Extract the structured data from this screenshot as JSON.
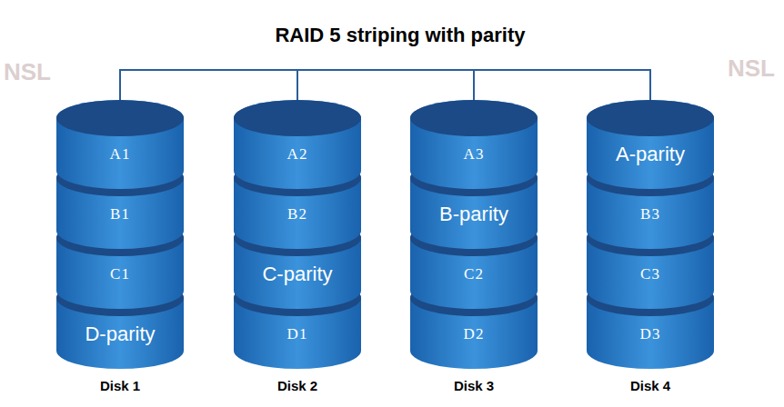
{
  "diagram": {
    "title": "RAID 5 striping with parity",
    "nodes": [
      {
        "text": [
          "Disk 1"
        ]
      },
      {
        "text": [
          "A1"
        ],
        "in": 0
      },
      {
        "text": [
          "B1"
        ],
        "in": 0
      },
      {
        "text": [
          "C1"
        ],
        "in": 0
      },
      {
        "text": [
          "D-parity"
        ],
        "in": 0
      },
      {
        "text": [
          "Disk 2"
        ]
      },
      {
        "text": [
          "A2"
        ],
        "in": 5
      },
      {
        "text": [
          "B2"
        ],
        "in": 5
      },
      {
        "text": [
          "C-parity"
        ],
        "in": 5
      },
      {
        "text": [
          "D1"
        ],
        "in": 5
      },
      {
        "text": [
          "Disk 3"
        ]
      },
      {
        "text": [
          "A3"
        ],
        "in": 10
      },
      {
        "text": [
          "B-parity"
        ],
        "in": 10
      },
      {
        "text": [
          "C2"
        ],
        "in": 10
      },
      {
        "text": [
          "D2"
        ],
        "in": 10
      },
      {
        "text": [
          "Disk 4"
        ]
      },
      {
        "text": [
          "A-parity"
        ],
        "in": 15
      },
      {
        "text": [
          "B3"
        ],
        "in": 15
      },
      {
        "text": [
          "C3"
        ],
        "in": 15
      },
      {
        "text": [
          "D3"
        ],
        "in": 15
      }
    ],
    "labels": [
      "NSL",
      "NSL"
    ]
  }
}
